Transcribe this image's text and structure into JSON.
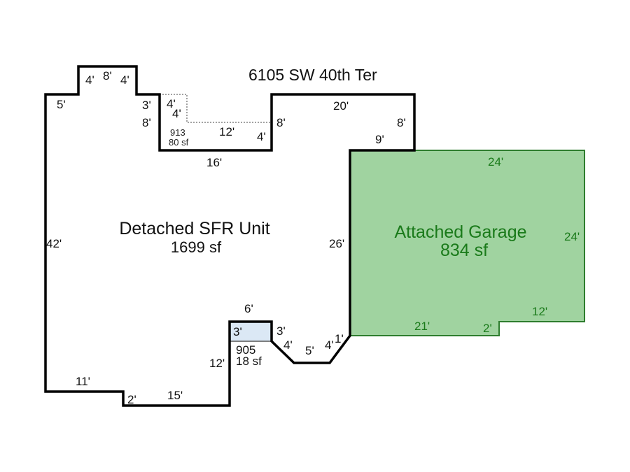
{
  "title": "6105 SW 40th Ter",
  "colors": {
    "garage_fill": "#a0d3a0",
    "garage_stroke": "#2e7d2e",
    "garage_text": "#1a7a1a",
    "sub_area_fill": "#dbe8f5"
  },
  "main": {
    "name": "Detached SFR Unit",
    "area": "1699 sf"
  },
  "garage": {
    "name": "Attached Garage",
    "area": "834 sf",
    "dims": [
      "24'",
      "24'",
      "26'",
      "21'",
      "2'",
      "12'"
    ]
  },
  "area_913": {
    "code": "913",
    "area": "80 sf",
    "dims": [
      "4'",
      "4'",
      "12'"
    ]
  },
  "area_905": {
    "code": "905",
    "area": "18 sf",
    "dims": [
      "3'"
    ]
  },
  "main_dims": [
    "4'",
    "8'",
    "4'",
    "5'",
    "3'",
    "8'",
    "4'",
    "8'",
    "20'",
    "8'",
    "9'",
    "16'",
    "42'",
    "6'",
    "3'",
    "4'",
    "5'",
    "4'",
    "1'",
    "12'",
    "11'",
    "2'",
    "15'"
  ]
}
